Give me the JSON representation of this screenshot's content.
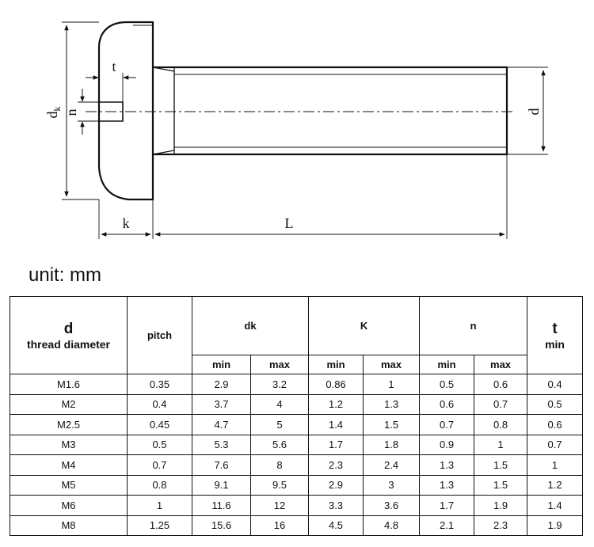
{
  "diagram": {
    "labels": {
      "dk_main": "d",
      "dk_sub": "k",
      "n": "n",
      "t": "t",
      "d": "d",
      "k": "k",
      "L": "L"
    }
  },
  "unit_label": "unit: mm",
  "table": {
    "headers": {
      "d": "d",
      "d_sub": "thread diameter",
      "pitch": "pitch",
      "dk": "dk",
      "K": "K",
      "n": "n",
      "t": "t",
      "t_sub": "min",
      "min": "min",
      "max": "max"
    },
    "rows": [
      [
        "M1.6",
        "0.35",
        "2.9",
        "3.2",
        "0.86",
        "1",
        "0.5",
        "0.6",
        "0.4"
      ],
      [
        "M2",
        "0.4",
        "3.7",
        "4",
        "1.2",
        "1.3",
        "0.6",
        "0.7",
        "0.5"
      ],
      [
        "M2.5",
        "0.45",
        "4.7",
        "5",
        "1.4",
        "1.5",
        "0.7",
        "0.8",
        "0.6"
      ],
      [
        "M3",
        "0.5",
        "5.3",
        "5.6",
        "1.7",
        "1.8",
        "0.9",
        "1",
        "0.7"
      ],
      [
        "M4",
        "0.7",
        "7.6",
        "8",
        "2.3",
        "2.4",
        "1.3",
        "1.5",
        "1"
      ],
      [
        "M5",
        "0.8",
        "9.1",
        "9.5",
        "2.9",
        "3",
        "1.3",
        "1.5",
        "1.2"
      ],
      [
        "M6",
        "1",
        "11.6",
        "12",
        "3.3",
        "3.6",
        "1.7",
        "1.9",
        "1.4"
      ],
      [
        "M8",
        "1.25",
        "15.6",
        "16",
        "4.5",
        "4.8",
        "2.1",
        "2.3",
        "1.9"
      ]
    ]
  }
}
